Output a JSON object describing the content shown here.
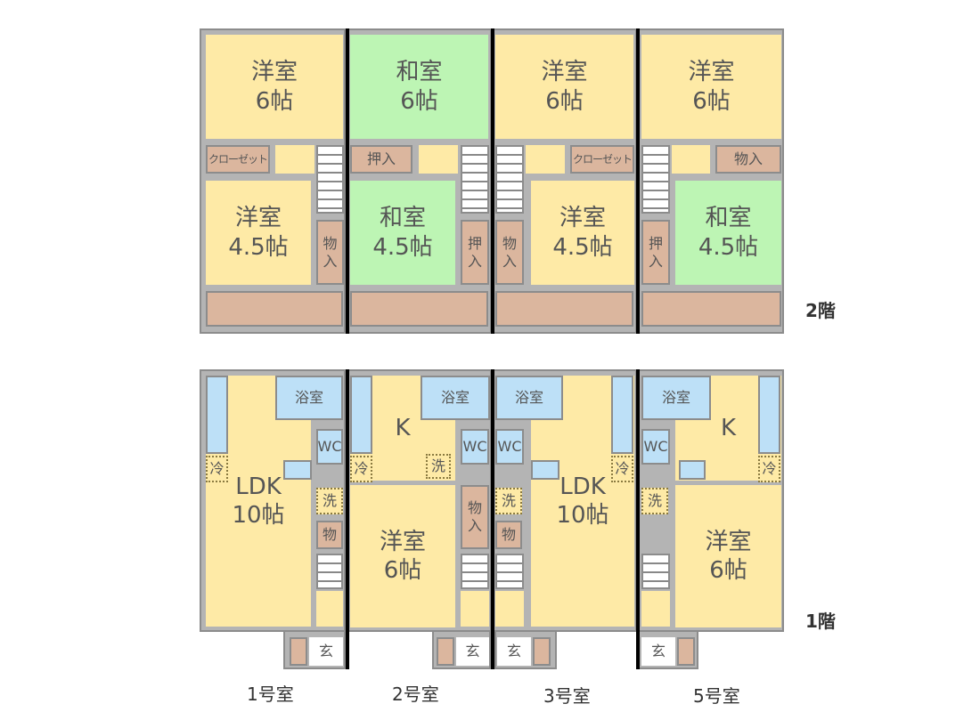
{
  "floors": {
    "upper": "2階",
    "lower": "1階"
  },
  "units": [
    "1号室",
    "2号室",
    "3号室",
    "5号室"
  ],
  "rooms": {
    "western6": "洋室\n6帖",
    "japanese6": "和室\n6帖",
    "western45": "洋室\n4.5帖",
    "japanese45": "和室\n4.5帖",
    "closet": "クローゼット",
    "oshiire": "押入",
    "oshiire_v": "押\n入",
    "monoire": "物入",
    "monoire_v": "物\n入",
    "mono": "物",
    "ldk10": "LDK\n10帖",
    "k": "K",
    "bath": "浴室",
    "wc": "WC",
    "fridge": "冷",
    "wash": "洗",
    "entrance": "玄"
  },
  "colors": {
    "western": "#feeaa6",
    "japanese": "#bdf5b4",
    "storage": "#dbb69e",
    "water": "#bde0f7",
    "wall": "#b4b4b4"
  }
}
